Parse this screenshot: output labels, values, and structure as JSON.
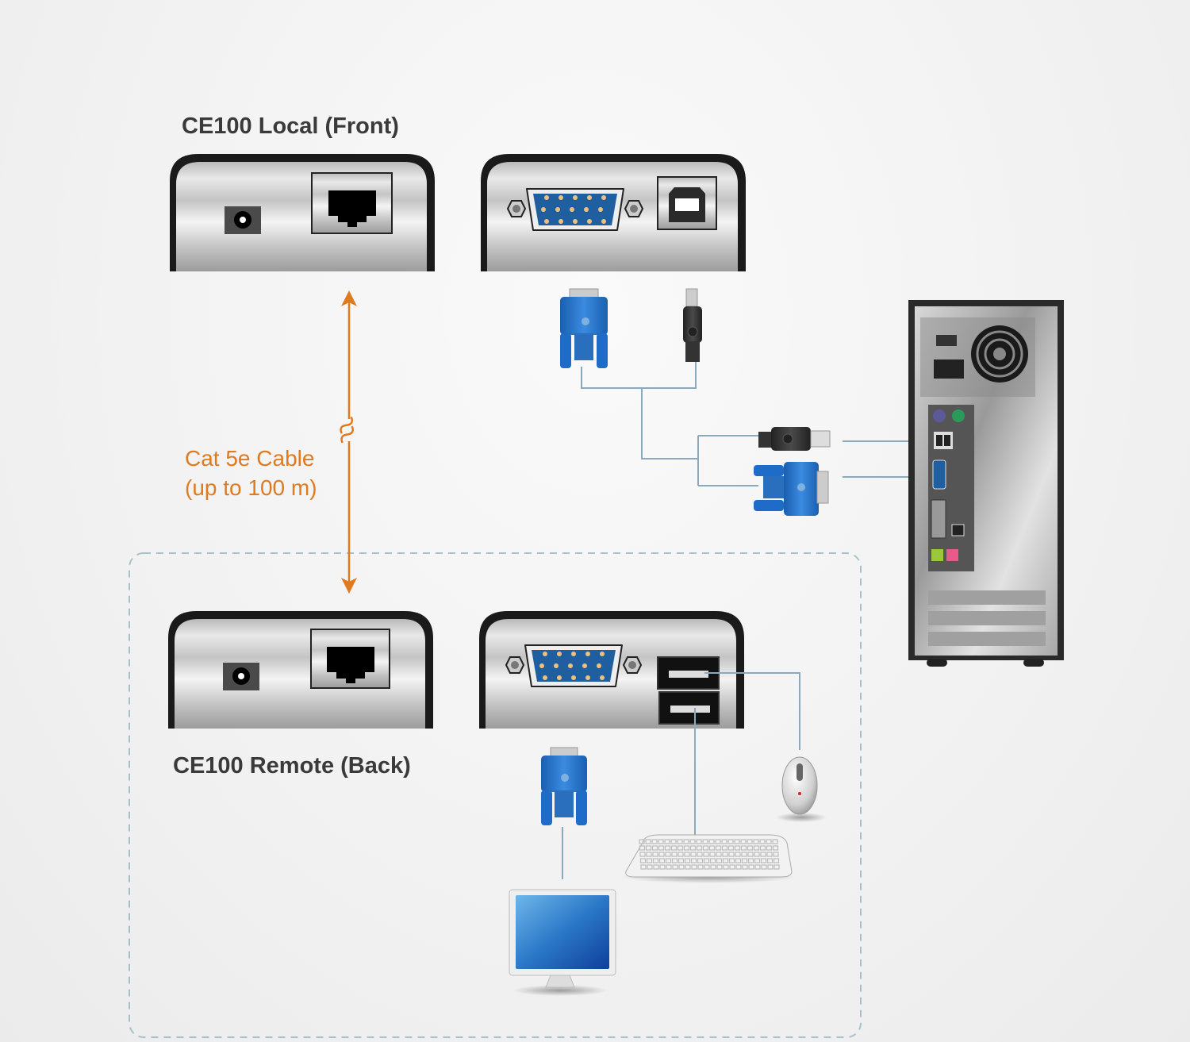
{
  "labels": {
    "local_title": "CE100 Local (Front)",
    "remote_title": "CE100 Remote (Back)",
    "cable_line1": "Cat 5e Cable",
    "cable_line2": "(up to 100 m)"
  },
  "colors": {
    "cable_arrow": "#e07a1f",
    "connector_line": "#8aaabb",
    "dashed_border": "#a9c0cc",
    "vga_blue": "#1f5f9f",
    "connector_blue": "#2a74c8",
    "text_dark": "#3a3a3a"
  },
  "devices": {
    "local_front": {
      "name": "CE100 Local",
      "side": "Front",
      "ports": [
        "power-jack",
        "rj45"
      ]
    },
    "local_back": {
      "name": "CE100 Local",
      "side": "Back",
      "ports": [
        "vga",
        "usb-b"
      ]
    },
    "remote_front": {
      "name": "CE100 Remote",
      "side": "Back",
      "ports": [
        "power-jack",
        "rj45"
      ]
    },
    "remote_back": {
      "name": "CE100 Remote",
      "side": "Back",
      "ports": [
        "vga",
        "usb-a",
        "usb-a"
      ]
    },
    "computer": {
      "ports": [
        "ps2-keyboard",
        "ps2-mouse",
        "usb",
        "vga",
        "dvi",
        "ethernet",
        "audio"
      ]
    },
    "peripherals": [
      "monitor",
      "keyboard",
      "mouse"
    ]
  }
}
